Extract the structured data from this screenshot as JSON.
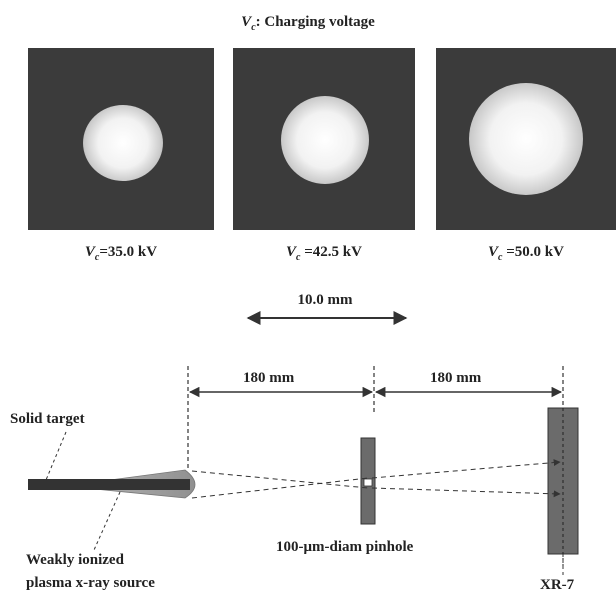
{
  "header": {
    "title_var": "V",
    "title_sub": "c",
    "title_text": ": Charging voltage"
  },
  "images": [
    {
      "label_var": "V",
      "label_sub": "c",
      "label_text": "=35.0 kV"
    },
    {
      "label_var": "V",
      "label_sub": "c",
      "label_text": " =42.5 kV"
    },
    {
      "label_var": "V",
      "label_sub": "c",
      "label_text": " =50.0 kV"
    }
  ],
  "scale_bar": {
    "label": "10.0 mm"
  },
  "setup": {
    "distance_left": "180 mm",
    "distance_right": "180 mm",
    "solid_target": "Solid target",
    "source_line1": "Weakly ionized",
    "source_line2": "plasma x-ray source",
    "pinhole": "100-μm-diam pinhole",
    "detector": "XR-7"
  }
}
